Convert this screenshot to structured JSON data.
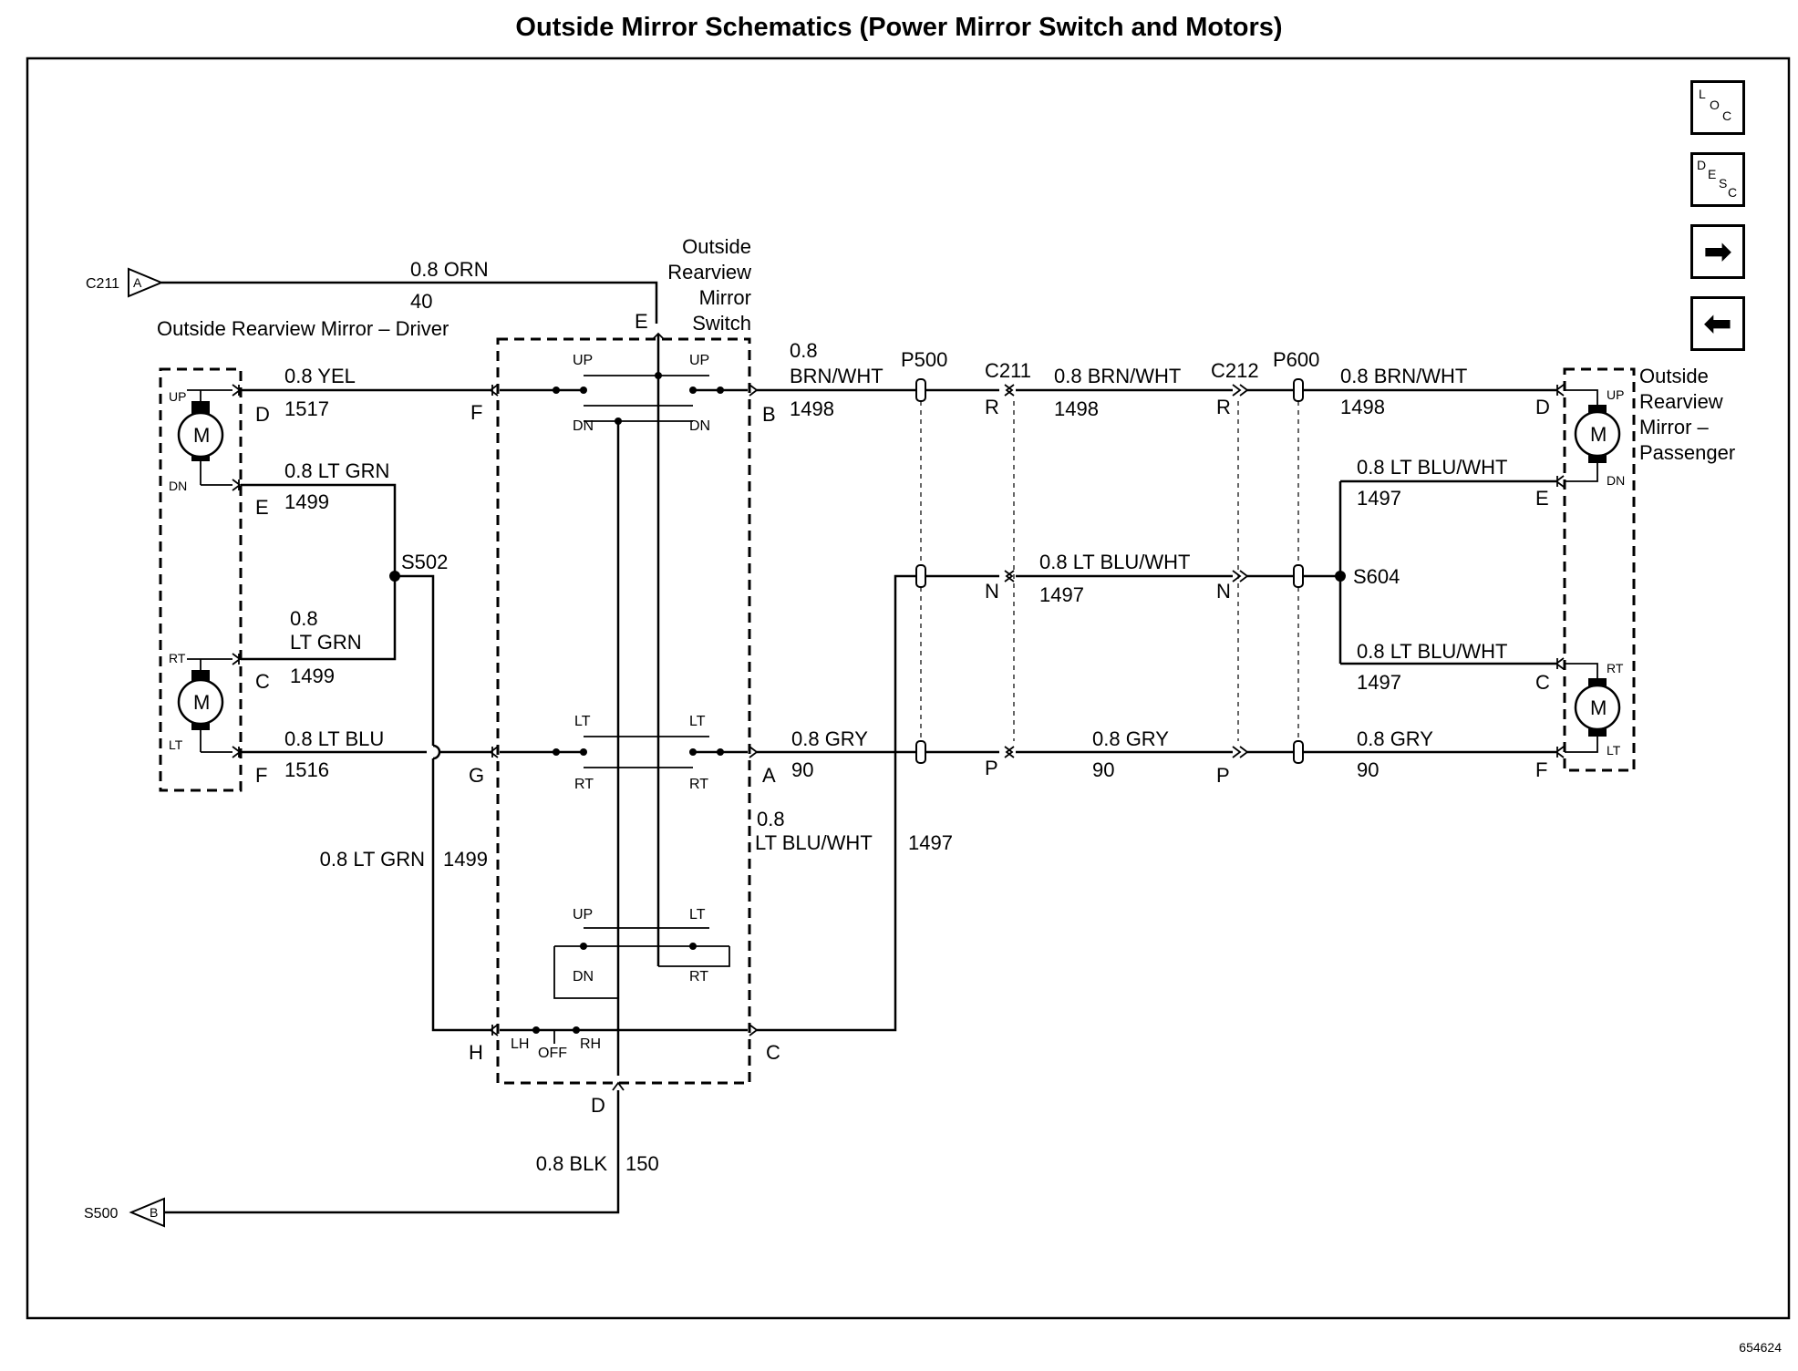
{
  "title": "Outside Mirror Schematics (Power Mirror Switch and Motors)",
  "doc_number": "654624",
  "nav_buttons": {
    "loc": {
      "letters": [
        "L",
        "O",
        "C"
      ]
    },
    "desc": {
      "letters": [
        "D",
        "E",
        "S",
        "C"
      ]
    },
    "forward_icon": "right-arrow-icon",
    "back_icon": "left-arrow-icon",
    "forward_glyph": "➡",
    "back_glyph": "⬅"
  },
  "components": {
    "driver_mirror": "Outside Rearview Mirror – Driver",
    "passenger_mirror": [
      "Outside",
      "Rearview",
      "Mirror –",
      "Passenger"
    ],
    "switch": [
      "Outside",
      "Rearview",
      "Mirror",
      "Switch"
    ],
    "motor_symbol": "M"
  },
  "connectors": {
    "c211_ref": "C211",
    "c211_pin": "A",
    "s500_ref": "S500",
    "s500_pin": "B",
    "c211": "C211",
    "c212": "C212",
    "p500": "P500",
    "p600": "P600",
    "s502": "S502",
    "s604": "S604"
  },
  "pins": {
    "driver": [
      "D",
      "E",
      "C",
      "F"
    ],
    "switch_left": [
      "E",
      "F",
      "G",
      "H",
      "D"
    ],
    "switch_right": [
      "B",
      "A",
      "C"
    ],
    "c211": [
      "R",
      "N",
      "P"
    ],
    "c212": [
      "R",
      "N",
      "P"
    ],
    "passenger": [
      "D",
      "E",
      "C",
      "F"
    ]
  },
  "switch_labels": {
    "up": "UP",
    "dn": "DN",
    "lt": "LT",
    "rt": "RT",
    "lh": "LH",
    "off": "OFF",
    "rh": "RH"
  },
  "wires": {
    "orn": {
      "color": "0.8 ORN",
      "circuit": "40"
    },
    "yel": {
      "color": "0.8 YEL",
      "circuit": "1517"
    },
    "ltgrn_e": {
      "color": "0.8 LT GRN",
      "circuit": "1499"
    },
    "ltgrn_c_1": "0.8",
    "ltgrn_c_2": "LT GRN",
    "ltgrn_c_circuit": "1499",
    "ltblu": {
      "color": "0.8 LT BLU",
      "circuit": "1516"
    },
    "ltgrn_h": {
      "color": "0.8 LT GRN",
      "circuit": "1499"
    },
    "brnwht_b_1": "0.8",
    "brnwht_b_2": "BRN/WHT",
    "brnwht_b_circuit": "1498",
    "brnwht_mid": {
      "color": "0.8 BRN/WHT",
      "circuit": "1498"
    },
    "brnwht_right": {
      "color": "0.8 BRN/WHT",
      "circuit": "1498"
    },
    "ltbluwht_mid": {
      "color": "0.8 LT BLU/WHT",
      "circuit": "1497"
    },
    "ltbluwht_e": {
      "color": "0.8 LT BLU/WHT",
      "circuit": "1497"
    },
    "ltbluwht_c": {
      "color": "0.8 LT BLU/WHT",
      "circuit": "1497"
    },
    "ltbluwht_sw_1": "0.8",
    "ltbluwht_sw_2": "LT BLU/WHT",
    "ltbluwht_sw_circuit": "1497",
    "gry_a": {
      "color": "0.8 GRY",
      "circuit": "90"
    },
    "gry_mid": {
      "color": "0.8 GRY",
      "circuit": "90"
    },
    "gry_right": {
      "color": "0.8 GRY",
      "circuit": "90"
    },
    "blk": {
      "color": "0.8 BLK",
      "circuit": "150"
    }
  }
}
